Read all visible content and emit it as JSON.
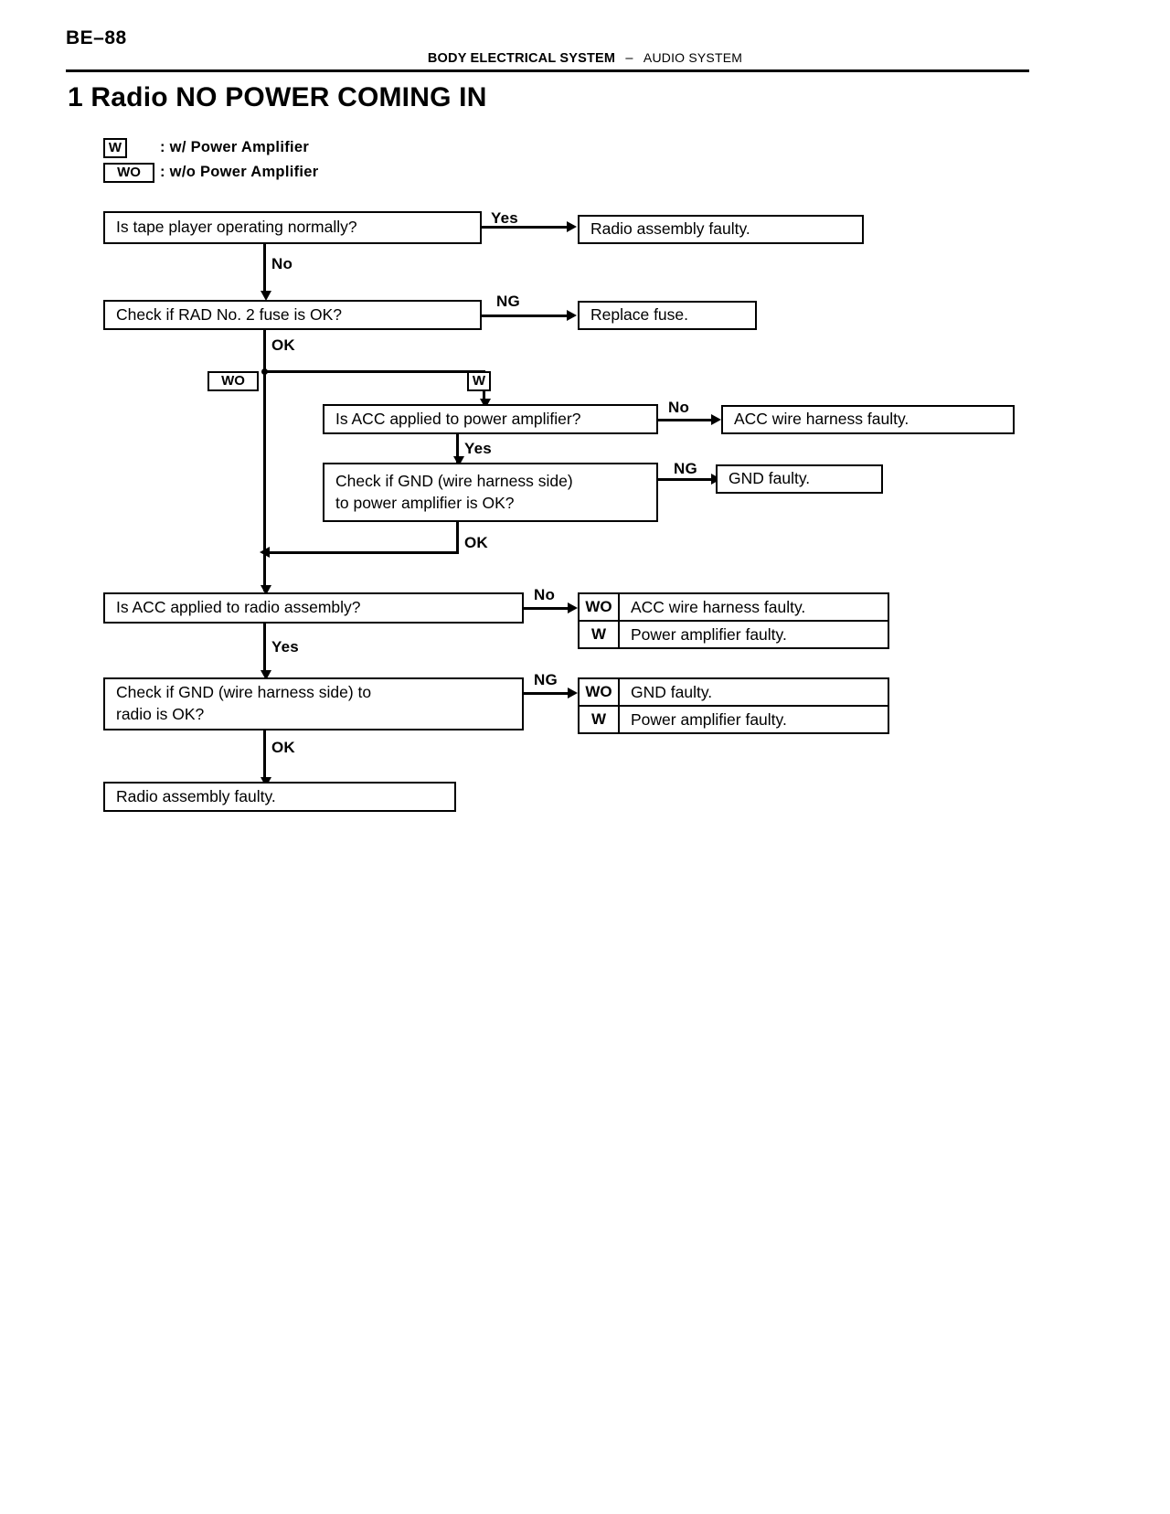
{
  "header": {
    "page_code": "BE–88",
    "system": "BODY ELECTRICAL SYSTEM",
    "separator": "–",
    "subsystem": "AUDIO SYSTEM"
  },
  "title": "1 Radio NO POWER COMING IN",
  "legend": [
    {
      "tag": "W",
      "description": ": w/ Power Amplifier"
    },
    {
      "tag": "WO",
      "description": ": w/o Power Amplifier"
    }
  ],
  "flow": {
    "nodes": {
      "tape_player": "Is tape player operating normally?",
      "radio_faulty_top": "Radio assembly faulty.",
      "rad_fuse": "Check if RAD No. 2 fuse is OK?",
      "replace_fuse": "Replace fuse.",
      "acc_amp": "Is ACC applied to power amplifier?",
      "acc_wire_faulty": "ACC wire  harness faulty.",
      "gnd_amp_line1": "Check if GND (wire harness side)",
      "gnd_amp_line2": "to power amplifier is OK?",
      "gnd_faulty": "GND faulty.",
      "acc_radio": "Is ACC applied to radio assembly?",
      "gnd_radio_line1": "Check if GND (wire harness side) to",
      "gnd_radio_line2": "radio is OK?",
      "radio_faulty_bottom": "Radio assembly faulty."
    },
    "split_acc_radio": [
      {
        "key": "WO",
        "value": "ACC wire harness faulty."
      },
      {
        "key": "W",
        "value": "Power amplifier faulty."
      }
    ],
    "split_gnd_radio": [
      {
        "key": "WO",
        "value": "GND faulty."
      },
      {
        "key": "W",
        "value": "Power amplifier faulty."
      }
    ],
    "edge_labels": {
      "yes_tape": "Yes",
      "no_tape": "No",
      "ng_fuse": "NG",
      "ok_fuse": "OK",
      "branch_wo": "WO",
      "branch_w": "W",
      "no_acc_amp": "No",
      "yes_acc_amp": "Yes",
      "ng_gnd_amp": "NG",
      "ok_gnd_amp": "OK",
      "no_acc_radio": "No",
      "yes_acc_radio": "Yes",
      "ng_gnd_radio": "NG",
      "ok_gnd_radio": "OK"
    }
  },
  "colors": {
    "ink": "#000000",
    "paper": "#ffffff"
  }
}
